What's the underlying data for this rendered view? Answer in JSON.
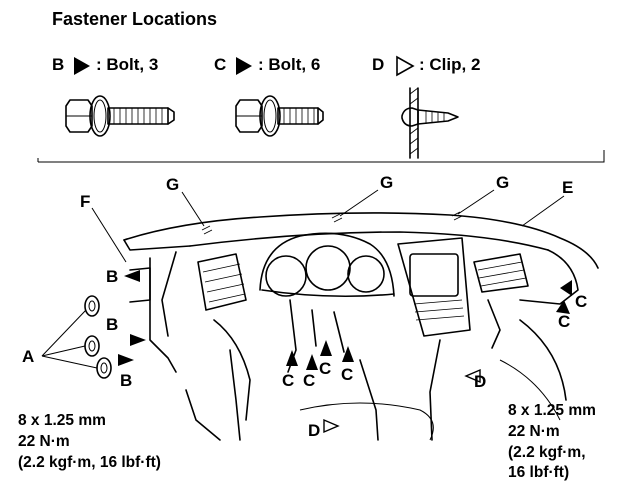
{
  "header": {
    "title": "Fastener Locations"
  },
  "fasteners": [
    {
      "letter": "B",
      "marker": "filled-triangle",
      "desc": ": Bolt, 3"
    },
    {
      "letter": "C",
      "marker": "filled-triangle",
      "desc": ": Bolt, 6"
    },
    {
      "letter": "D",
      "marker": "open-triangle",
      "desc": ": Clip, 2"
    }
  ],
  "callouts": {
    "G": "G",
    "E": "E",
    "F": "F",
    "A": "A",
    "B": "B",
    "C": "C",
    "D": "D"
  },
  "specs": {
    "left": [
      "8 x 1.25 mm",
      "22 N·m",
      "(2.2 kgf·m, 16 lbf·ft)"
    ],
    "right": [
      "8 x 1.25 mm",
      "22 N·m",
      "(2.2 kgf·m,",
      "16 lbf·ft)"
    ]
  }
}
